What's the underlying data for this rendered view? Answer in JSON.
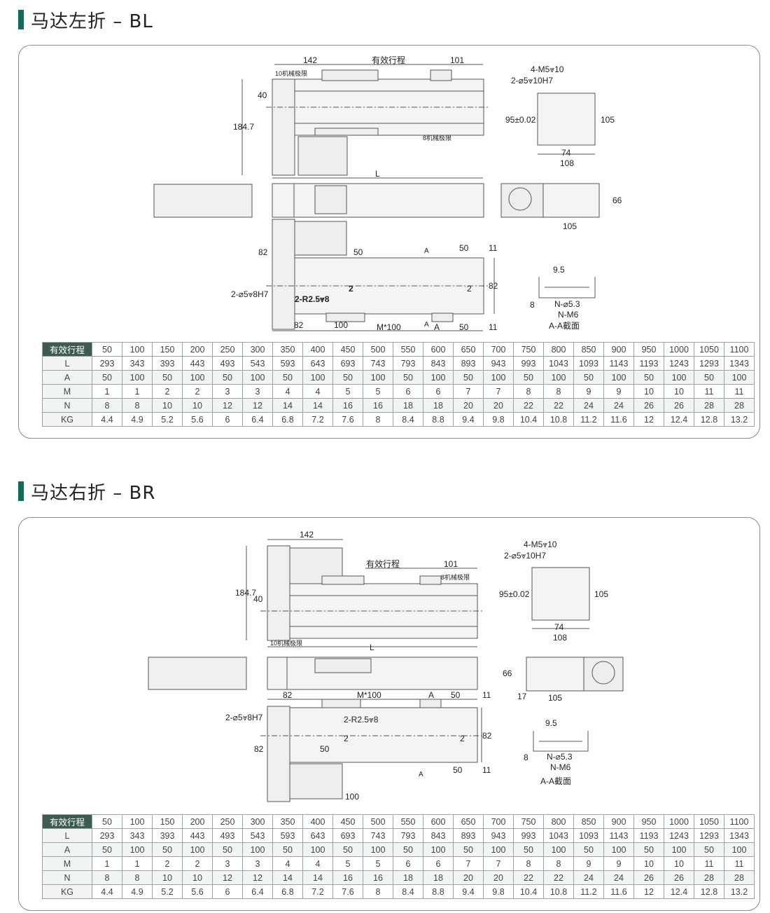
{
  "sections": [
    {
      "title": "马达左折 – BL",
      "drawing": {
        "top_dims": {
          "d142": "142",
          "stroke": "有效行程",
          "d101": "101",
          "limit10": "10机械极限",
          "limit8": "8机械极限",
          "d40": "40",
          "d184": "184.7",
          "L": "L"
        },
        "flange": {
          "holes": "4-M5⩔10",
          "pins": "2-⌀5⩔10H7",
          "d95": "95±0.02",
          "d105": "105",
          "d74": "74",
          "d108": "108"
        },
        "end": {
          "d66": "66",
          "d105": "105"
        },
        "bottom": {
          "d82a": "82",
          "d50a": "50",
          "A1": "A",
          "d50b": "50",
          "d11a": "11",
          "pin": "2-⌀5⩔8H7",
          "r": "2-R2.5⩔8",
          "two1": "2",
          "two2": "2",
          "d82b": "82",
          "d82c": "82",
          "d100": "100",
          "m100": "M*100",
          "A2": "A",
          "A3": "A",
          "d50c": "50",
          "d11b": "11"
        },
        "section": {
          "d95": "9.5",
          "d8": "8",
          "n53": "N-⌀5.3",
          "nm6": "N-M6",
          "title": "A-A截面"
        }
      },
      "table": [
        [
          "有效行程",
          "50",
          "100",
          "150",
          "200",
          "250",
          "300",
          "350",
          "400",
          "450",
          "500",
          "550",
          "600",
          "650",
          "700",
          "750",
          "800",
          "850",
          "900",
          "950",
          "1000",
          "1050",
          "1100"
        ],
        [
          "L",
          "293",
          "343",
          "393",
          "443",
          "493",
          "543",
          "593",
          "643",
          "693",
          "743",
          "793",
          "843",
          "893",
          "943",
          "993",
          "1043",
          "1093",
          "1143",
          "1193",
          "1243",
          "1293",
          "1343"
        ],
        [
          "A",
          "50",
          "100",
          "50",
          "100",
          "50",
          "100",
          "50",
          "100",
          "50",
          "100",
          "50",
          "100",
          "50",
          "100",
          "50",
          "100",
          "50",
          "100",
          "50",
          "100",
          "50",
          "100"
        ],
        [
          "M",
          "1",
          "1",
          "2",
          "2",
          "3",
          "3",
          "4",
          "4",
          "5",
          "5",
          "6",
          "6",
          "7",
          "7",
          "8",
          "8",
          "9",
          "9",
          "10",
          "10",
          "11",
          "11"
        ],
        [
          "N",
          "8",
          "8",
          "10",
          "10",
          "12",
          "12",
          "14",
          "14",
          "16",
          "16",
          "18",
          "18",
          "20",
          "20",
          "22",
          "22",
          "24",
          "24",
          "26",
          "26",
          "28",
          "28"
        ],
        [
          "KG",
          "4.4",
          "4.9",
          "5.2",
          "5.6",
          "6",
          "6.4",
          "6.8",
          "7.2",
          "7.6",
          "8",
          "8.4",
          "8.8",
          "9.4",
          "9.8",
          "10.4",
          "10.8",
          "11.2",
          "11.6",
          "12",
          "12.4",
          "12.8",
          "13.2"
        ]
      ]
    },
    {
      "title": "马达右折 – BR",
      "drawing": {
        "top_dims": {
          "d142": "142",
          "stroke": "有效行程",
          "d101": "101",
          "limit8": "8机械极限",
          "limit10": "10机械极限",
          "d40": "40",
          "d184": "184.7",
          "L": "L"
        },
        "flange": {
          "holes": "4-M5⩔10",
          "pins": "2-⌀5⩔10H7",
          "d95": "95±0.02",
          "d105": "105",
          "d74": "74",
          "d108": "108"
        },
        "end": {
          "d66": "66",
          "d17": "17",
          "d105": "105"
        },
        "bottom": {
          "d82a": "82",
          "m100": "M*100",
          "A1": "A",
          "d50a": "50",
          "d11a": "11",
          "pin": "2-⌀5⩔8H7",
          "r": "2-R2.5⩔8",
          "two1": "2",
          "two2": "2",
          "d82b": "82",
          "d82c": "82",
          "d50b": "50",
          "A2": "A",
          "d50c": "50",
          "d11b": "11",
          "d100": "100"
        },
        "section": {
          "d95": "9.5",
          "d8": "8",
          "n53": "N-⌀5.3",
          "nm6": "N-M6",
          "title": "A-A截面"
        }
      },
      "table": [
        [
          "有效行程",
          "50",
          "100",
          "150",
          "200",
          "250",
          "300",
          "350",
          "400",
          "450",
          "500",
          "550",
          "600",
          "650",
          "700",
          "750",
          "800",
          "850",
          "900",
          "950",
          "1000",
          "1050",
          "1100"
        ],
        [
          "L",
          "293",
          "343",
          "393",
          "443",
          "493",
          "543",
          "593",
          "643",
          "693",
          "743",
          "793",
          "843",
          "893",
          "943",
          "993",
          "1043",
          "1093",
          "1143",
          "1193",
          "1243",
          "1293",
          "1343"
        ],
        [
          "A",
          "50",
          "100",
          "50",
          "100",
          "50",
          "100",
          "50",
          "100",
          "50",
          "100",
          "50",
          "100",
          "50",
          "100",
          "50",
          "100",
          "50",
          "100",
          "50",
          "100",
          "50",
          "100"
        ],
        [
          "M",
          "1",
          "1",
          "2",
          "2",
          "3",
          "3",
          "4",
          "4",
          "5",
          "5",
          "6",
          "6",
          "7",
          "7",
          "8",
          "8",
          "9",
          "9",
          "10",
          "10",
          "11",
          "11"
        ],
        [
          "N",
          "8",
          "8",
          "10",
          "10",
          "12",
          "12",
          "14",
          "14",
          "16",
          "16",
          "18",
          "18",
          "20",
          "20",
          "22",
          "22",
          "24",
          "24",
          "26",
          "26",
          "28",
          "28"
        ],
        [
          "KG",
          "4.4",
          "4.9",
          "5.2",
          "5.6",
          "6",
          "6.4",
          "6.8",
          "7.2",
          "7.6",
          "8",
          "8.4",
          "8.8",
          "9.4",
          "9.8",
          "10.4",
          "10.8",
          "11.2",
          "11.6",
          "12",
          "12.4",
          "12.8",
          "13.2"
        ]
      ]
    }
  ],
  "colors": {
    "accent": "#0f6b5c",
    "table_header": "#3d5b4f"
  }
}
